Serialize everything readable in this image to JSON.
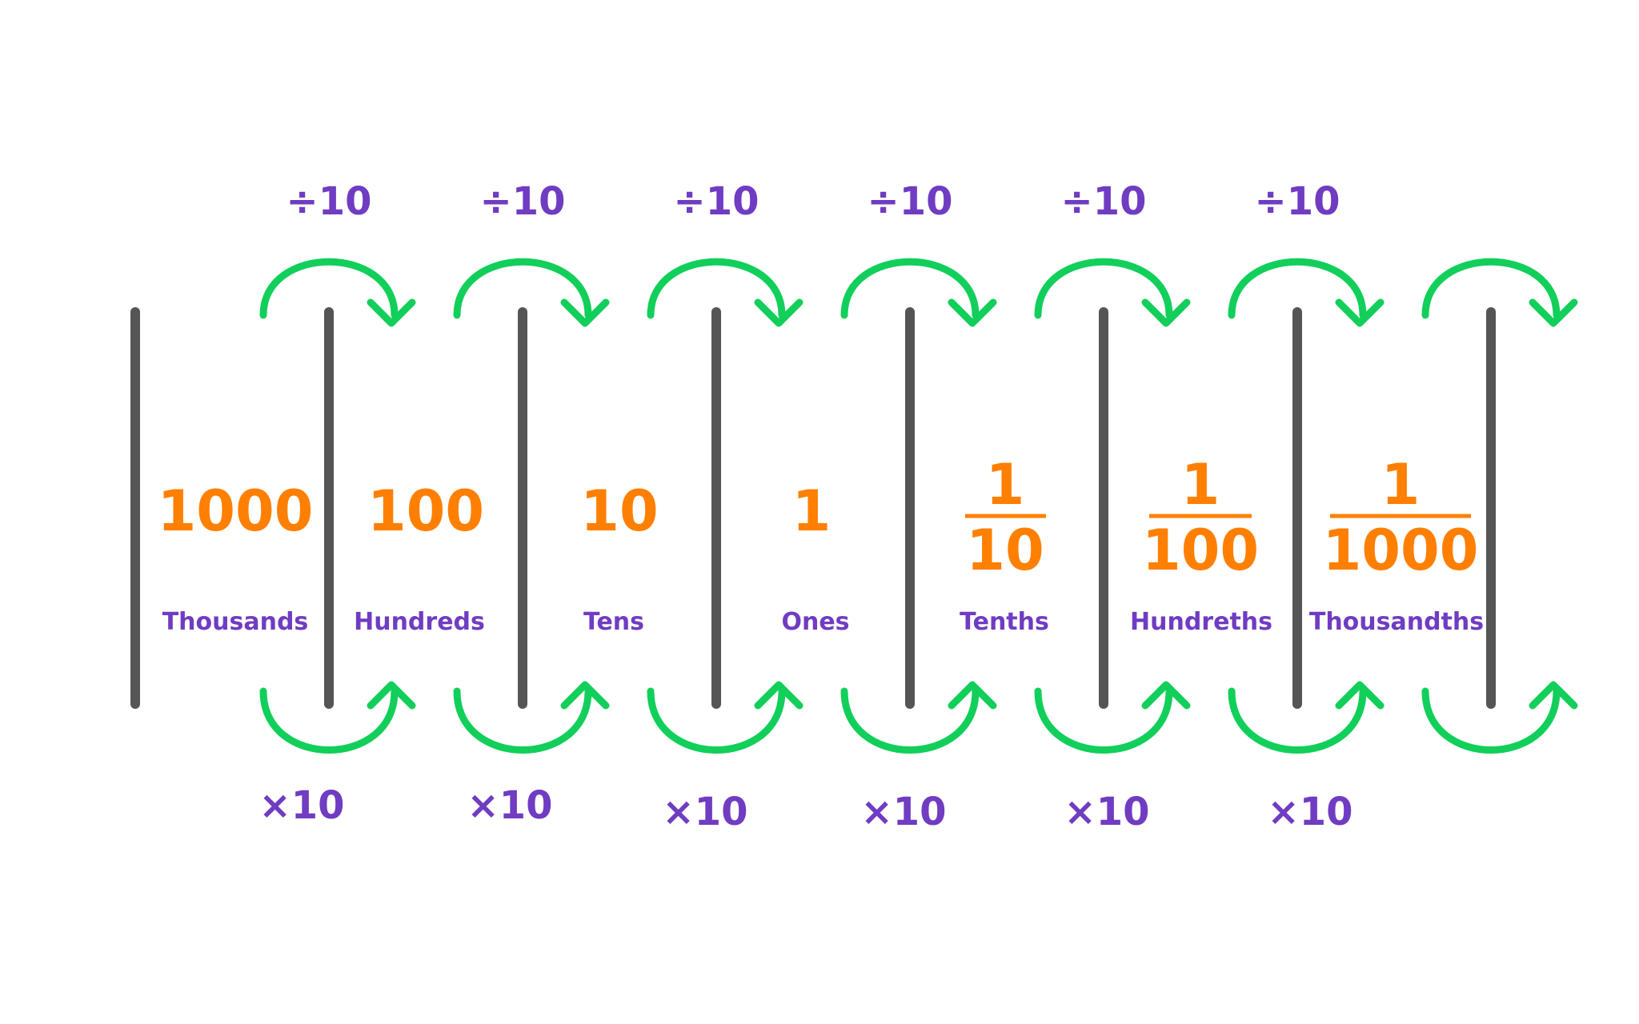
{
  "places": [
    {
      "label": "Thousands",
      "value": {
        "kind": "whole",
        "text": "1000"
      }
    },
    {
      "label": "Hundreds",
      "value": {
        "kind": "whole",
        "text": "100"
      }
    },
    {
      "label": "Tens",
      "value": {
        "kind": "whole",
        "text": "10"
      }
    },
    {
      "label": "Ones",
      "value": {
        "kind": "whole",
        "text": "1"
      }
    },
    {
      "label": "Tenths",
      "value": {
        "kind": "fraction",
        "numerator": "1",
        "denominator": "10"
      }
    },
    {
      "label": "Hundreths",
      "value": {
        "kind": "fraction",
        "numerator": "1",
        "denominator": "100"
      }
    },
    {
      "label": "Thousandths",
      "value": {
        "kind": "fraction",
        "numerator": "1",
        "denominator": "1000"
      }
    }
  ],
  "top_labels": [
    "÷10",
    "÷10",
    "÷10",
    "÷10",
    "÷10",
    "÷10"
  ],
  "bottom_labels": [
    "×10",
    "×10",
    "×10",
    "×10",
    "×10",
    "×10"
  ],
  "colors": {
    "divider": "#555555",
    "arrow": "#11cf5a",
    "value": "#ff7f00",
    "label": "#6f3cc2"
  }
}
